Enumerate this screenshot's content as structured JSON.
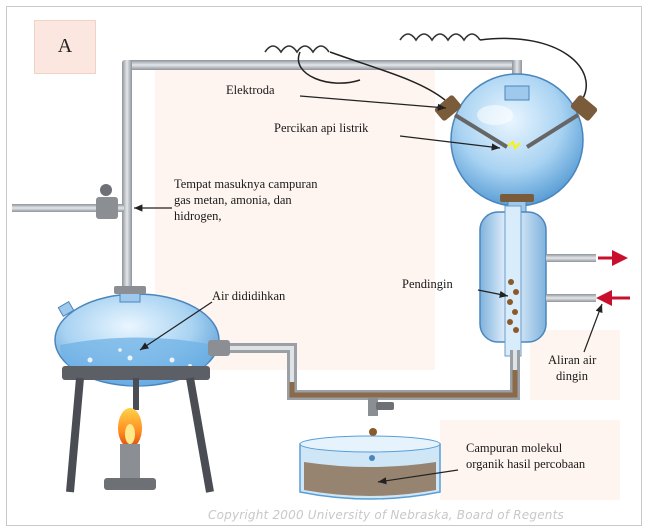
{
  "panel": {
    "label": "A"
  },
  "labels": {
    "elektroda": "Elektroda",
    "percikan": "Percikan api listrik",
    "tempat_line1": "Tempat masuknya campuran",
    "tempat_line2": "gas metan, amonia, dan",
    "tempat_line3": "hidrogen,",
    "air_dididihkan": "Air dididihkan",
    "pendingin": "Pendingin",
    "aliran_line1": "Aliran air",
    "aliran_line2": "dingin",
    "campuran_line1": "Campuran molekul",
    "campuran_line2": "organik hasil percobaan"
  },
  "copyright": "Copyright 2000 University of Nebraska, Board of Regents",
  "colors": {
    "arrow_red": "#c8102e",
    "glass_blue": "#8fc3ea",
    "pipe": "#b9bec4",
    "label_bg": "#fdece6"
  }
}
